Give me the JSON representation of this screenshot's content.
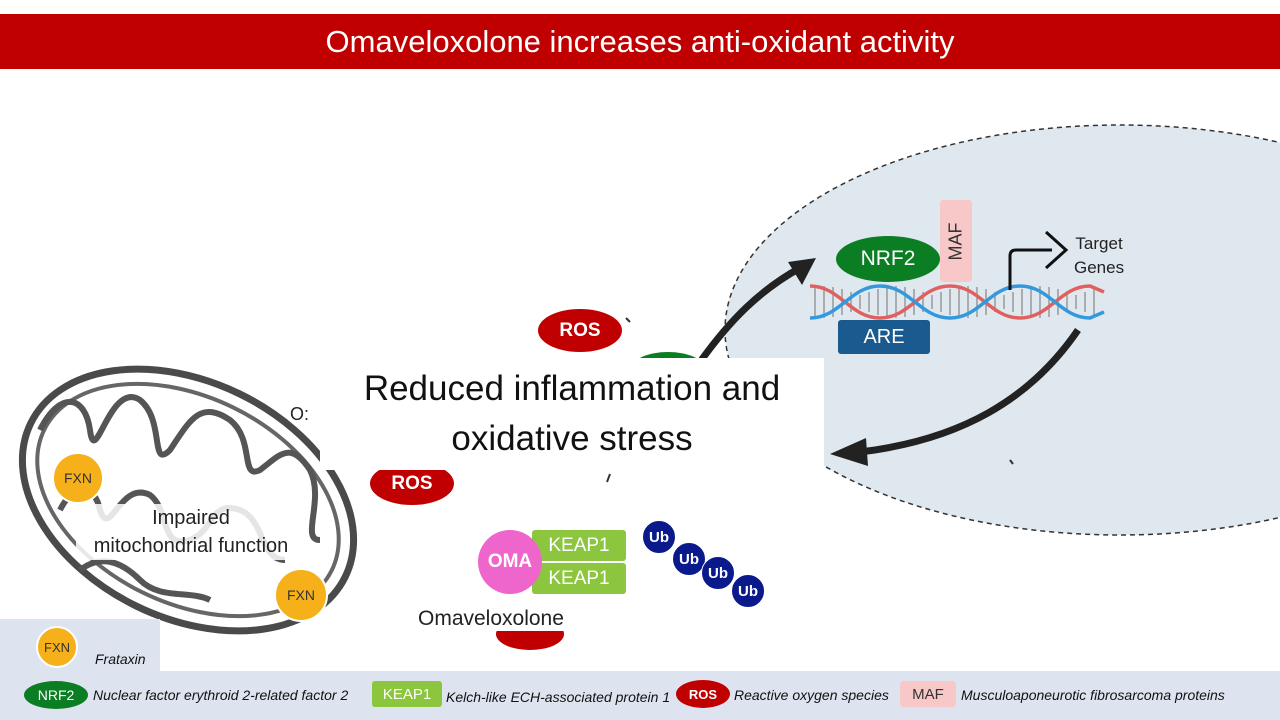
{
  "title": "Omaveloxolone increases anti-oxidant activity",
  "labels": {
    "nrf2": "NRF2",
    "maf": "MAF",
    "are": "ARE",
    "target_genes_line1": "Target",
    "target_genes_line2": "Genes",
    "ros": "ROS",
    "keap1": "KEAP1",
    "oma": "OMA",
    "ub": "Ub",
    "fxn": "FXN",
    "impaired_line1": "Impaired",
    "impaired_line2": "mitochondrial function",
    "omaveloxolone": "Omaveloxolone",
    "partial_o": "O:"
  },
  "overlay": {
    "line1": "Reduced inflammation and",
    "line2": "oxidative stress"
  },
  "legend": {
    "fxn_abbr": "FXN",
    "fxn_desc": "Frataxin",
    "nrf2_abbr": "NRF2",
    "nrf2_desc": "Nuclear factor erythroid 2-related factor 2",
    "keap1_abbr": "KEAP1",
    "keap1_desc": "Kelch-like ECH-associated protein 1",
    "ros_abbr": "ROS",
    "ros_desc": "Reactive oxygen species",
    "maf_abbr": "MAF",
    "maf_desc": "Musculoaponeurotic fibrosarcoma proteins"
  },
  "colors": {
    "title_bg": "#c00000",
    "ros": "#c00000",
    "nrf2": "#0b7d22",
    "keap1": "#8cc63f",
    "are": "#1a5a8f",
    "maf": "#f8c8c8",
    "fxn": "#f5b01a",
    "oma": "#ee66cc",
    "ub": "#0a1a8c",
    "nucleus": "#dfe8ef",
    "legend_bg": "#dde4f0"
  }
}
